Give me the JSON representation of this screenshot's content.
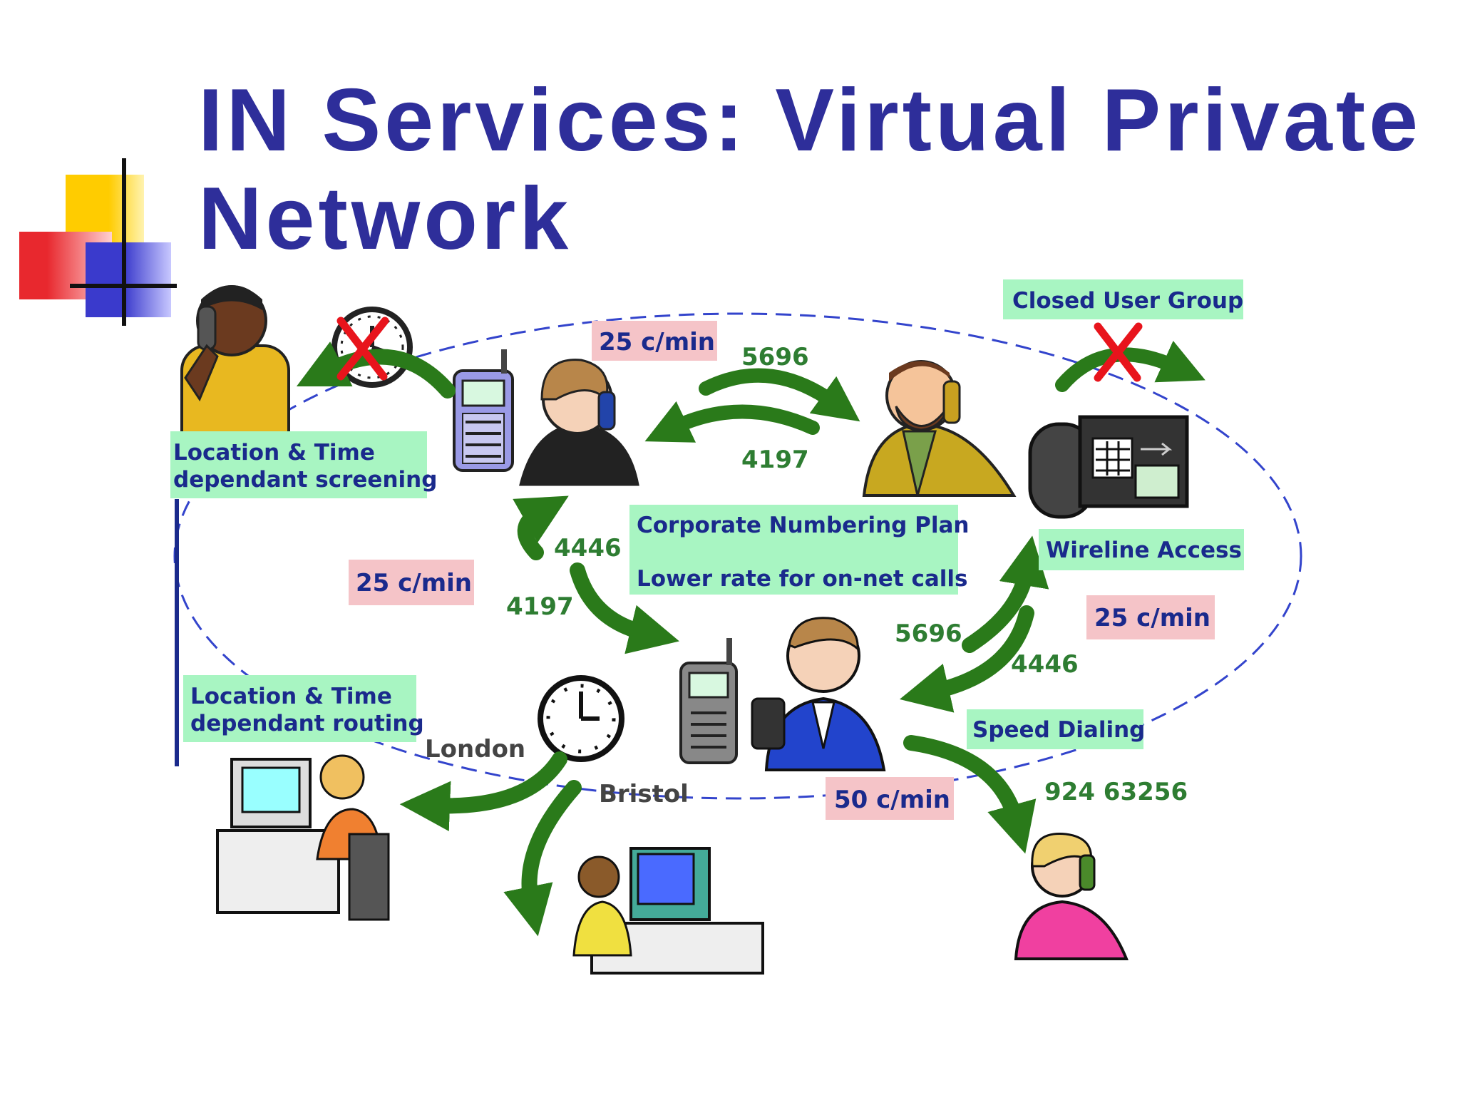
{
  "slide": {
    "title": "IN Services: Virtual Private Network",
    "colors": {
      "title": "#2e2e9a",
      "green_box": "#a8f5c2",
      "pink_box": "#f5c4c8",
      "box_text": "#1a2a8c",
      "arrow": "#2a7a1a",
      "cross": "#e8141c",
      "ellipse": "#3344cc",
      "deco_yellow": "#ffcc00",
      "deco_red": "#e8282e",
      "deco_blue": "#3a3acc"
    }
  },
  "labels": {
    "closed_user_group": "Closed User Group",
    "location_time_screening_line1": "Location & Time",
    "location_time_screening_line2": "dependant screening",
    "corporate_numbering_plan": "Corporate Numbering Plan",
    "lower_rate": "Lower rate for on-net calls",
    "wireline_access": "Wireline Access",
    "location_time_routing_line1": "Location & Time",
    "location_time_routing_line2": "dependant routing",
    "speed_dialing": "Speed Dialing"
  },
  "rates": {
    "top": "25 c/min",
    "left": "25 c/min",
    "right": "25 c/min",
    "bottom": "50 c/min"
  },
  "numbers": {
    "top_5696": "5696",
    "top_4197": "4197",
    "left_4446": "4446",
    "left_4197": "4197",
    "right_5696": "5696",
    "right_4446": "4446",
    "speed_number": "924 63256"
  },
  "cities": {
    "london": "London",
    "bristol": "Bristol"
  },
  "icons": [
    "man-on-phone-icon",
    "clock-icon",
    "mobile-phone-icon",
    "woman-on-phone-icon",
    "bearded-man-on-phone-icon",
    "desk-phone-icon",
    "businessman-with-mobile-icon",
    "office-worker-at-computer-icon",
    "woman-with-headset-icon",
    "cross-icon",
    "curved-arrow-icon"
  ]
}
